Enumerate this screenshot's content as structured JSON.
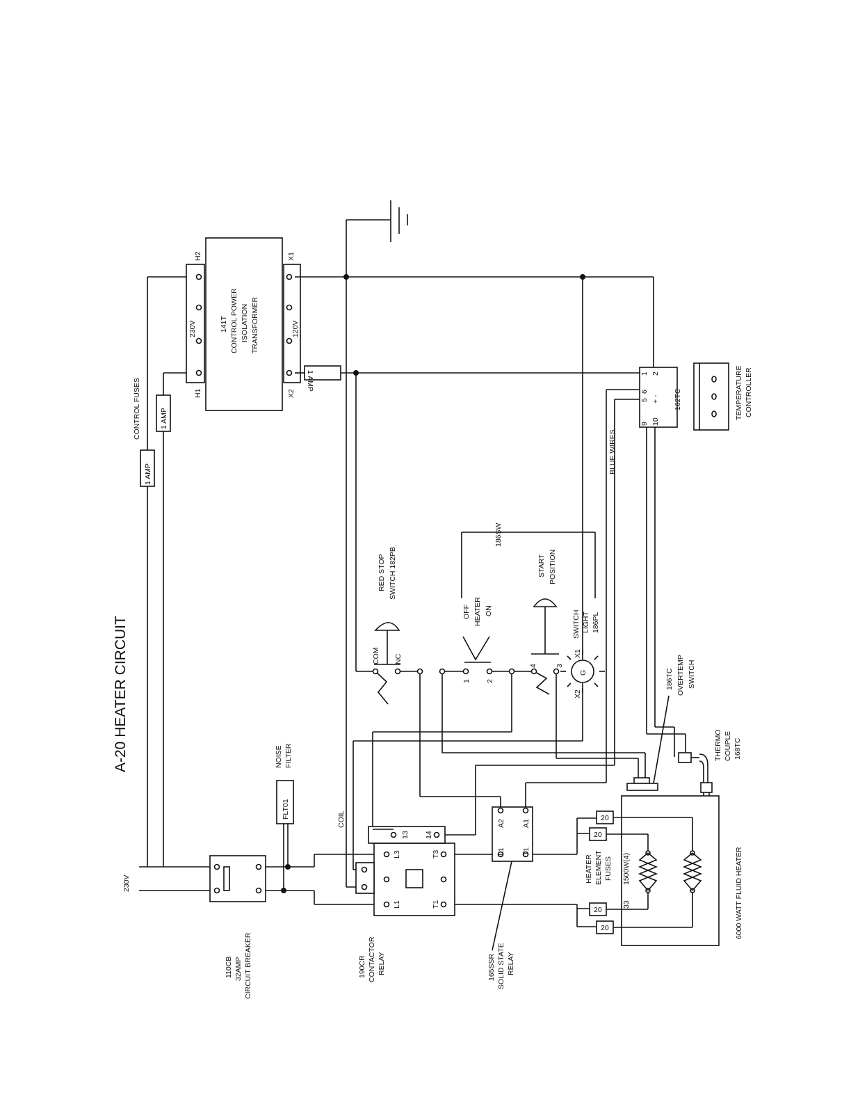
{
  "title": "A-20 HEATER CIRCUIT",
  "supply": {
    "voltage": "230V"
  },
  "control_fuses": {
    "label": "CONTROL FUSES",
    "fuse_a": "1 AMP",
    "fuse_b": "1 AMP",
    "fuse_c": "1 AMP"
  },
  "transformer": {
    "id": "141T",
    "line2": "CONTROL POWER",
    "line3": "ISOLATION",
    "line4": "TRANSFORMER",
    "primary": "230V",
    "secondary": "120V",
    "h1": "H1",
    "h2": "H2",
    "x1": "X1",
    "x2": "X2"
  },
  "temperature_controller": {
    "id": "162TC",
    "label1": "TEMPERATURE",
    "label2": "CONTROLLER",
    "t1": "1",
    "t2": "2",
    "t5": "5",
    "t6": "6",
    "t9": "9",
    "t10": "10",
    "pm": "+ -"
  },
  "blue_wires": "BLUE WIRES",
  "noise_filter": {
    "l1": "NOISE",
    "l2": "FILTER",
    "id": "FLT01"
  },
  "breaker": {
    "l1": "110CB",
    "l2": "32AMP",
    "l3": "CIRCUIT BREAKER"
  },
  "contactor": {
    "l1": "190CR",
    "l2": "CONTACTOR",
    "l3": "RELAY",
    "coil": "COIL",
    "t13": "13",
    "t14": "14",
    "L1": "L1",
    "L3": "L3",
    "T1": "T1",
    "T3": "T3"
  },
  "ssr": {
    "l1": "165SSR",
    "l2": "SOLID STATE",
    "l3": "RELAY",
    "a1": "A1",
    "a2": "A2",
    "L1": "L1",
    "T1": "T1"
  },
  "stop_switch": {
    "l1": "RED STOP",
    "l2": "SWITCH 182PB",
    "com": "COM",
    "nc": "NC"
  },
  "selector": {
    "id": "186SW",
    "off": "OFF",
    "heater": "HEATER",
    "on": "ON",
    "start": "START",
    "position": "POSITION",
    "t1": "1",
    "t2": "2",
    "t3": "3",
    "t4": "4"
  },
  "pilot_light": {
    "l1": "SWITCH",
    "l2": "LIGHT",
    "l3": "186PL",
    "g": "G",
    "x1": "X1",
    "x2": "X2"
  },
  "overtemp": {
    "l1": "186TC",
    "l2": "OVERTEMP",
    "l3": "SWITCH"
  },
  "thermocouple": {
    "l1": "THERMO",
    "l2": "COUPLE",
    "l3": "168TC"
  },
  "heater_fuses": {
    "l1": "HEATER",
    "l2": "ELEMENT",
    "l3": "FUSES",
    "rating": "1500W(4)",
    "f1": "20",
    "f2": "20",
    "f3": "20",
    "f4": "20",
    "num": "33"
  },
  "fluid_heater": "6000 WATT FLUID HEATER"
}
